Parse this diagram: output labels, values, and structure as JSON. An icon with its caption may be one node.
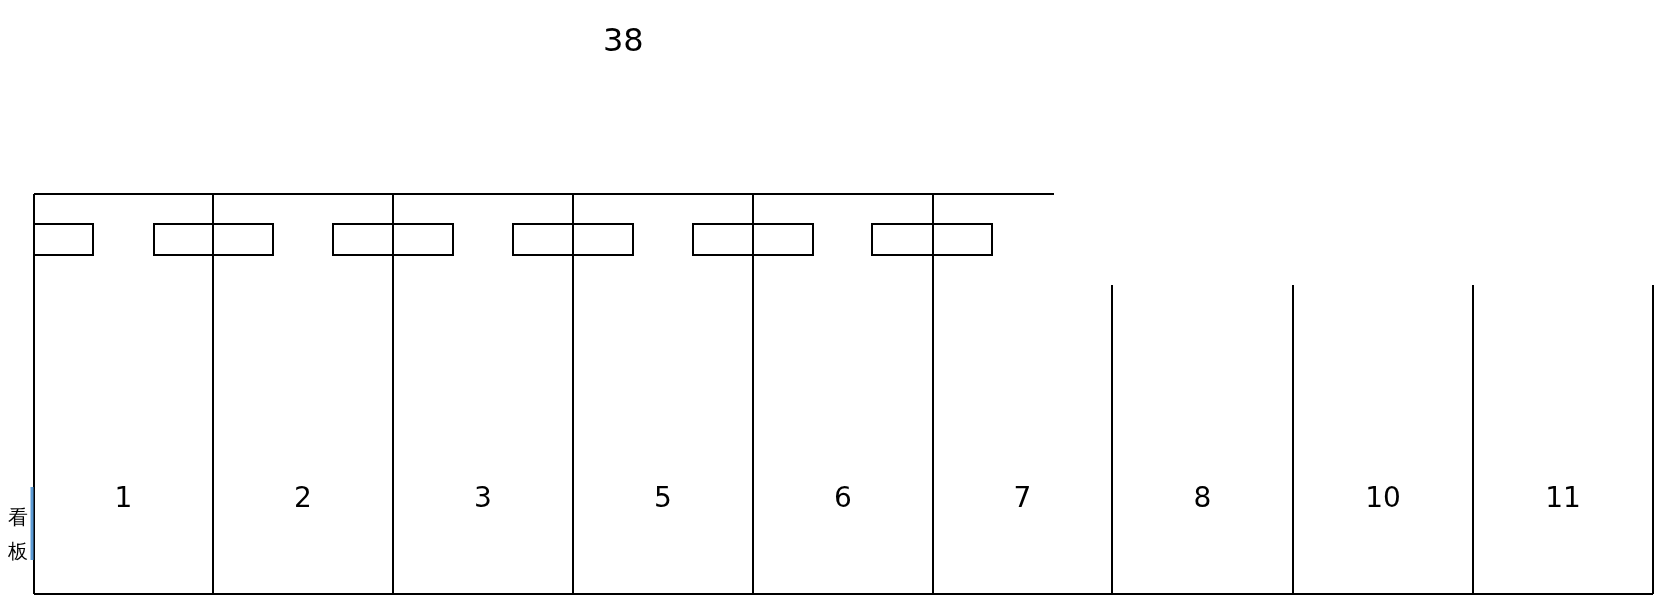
{
  "diagram": {
    "title": "38",
    "labels": [
      "1",
      "2",
      "3",
      "5",
      "6",
      "7",
      "8",
      "10",
      "11",
      "看板"
    ]
  }
}
